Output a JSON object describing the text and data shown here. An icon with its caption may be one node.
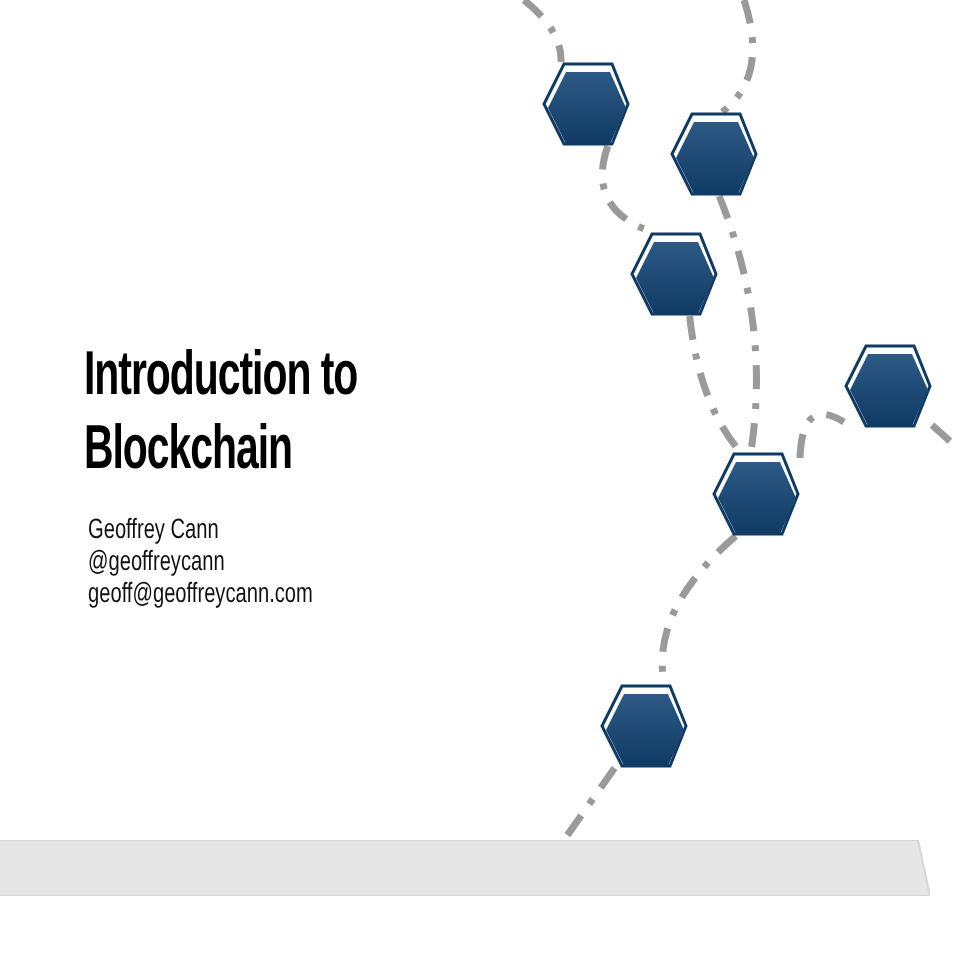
{
  "diagram": {
    "title": "Introduction to Blockchain",
    "nodes": [
      {
        "text": [],
        "shape": "hexagon"
      },
      {
        "text": [],
        "shape": "hexagon"
      },
      {
        "text": [],
        "shape": "hexagon"
      },
      {
        "text": [],
        "shape": "hexagon"
      },
      {
        "text": [],
        "shape": "hexagon"
      },
      {
        "text": [],
        "shape": "hexagon"
      },
      {
        "text": [],
        "shape": "bar"
      }
    ],
    "edges": [
      {
        "from": null,
        "to": 0,
        "arrow": "none",
        "style": "dashed"
      },
      {
        "from": null,
        "to": 1,
        "arrow": "none",
        "style": "dashed"
      },
      {
        "from": 0,
        "to": 2,
        "arrow": "none",
        "style": "dashed"
      },
      {
        "from": 1,
        "to": 4,
        "arrow": "none",
        "style": "dashed"
      },
      {
        "from": 2,
        "to": 4,
        "arrow": "none",
        "style": "dashed"
      },
      {
        "from": 4,
        "to": 3,
        "arrow": "none",
        "style": "dashed"
      },
      {
        "from": 3,
        "to": null,
        "arrow": "none",
        "style": "dashed"
      },
      {
        "from": 4,
        "to": 5,
        "arrow": "none",
        "style": "dashed"
      },
      {
        "from": 5,
        "to": 6,
        "arrow": "none",
        "style": "dashed"
      }
    ],
    "labels": [
      "Geoffrey Cann",
      "@geoffreycann",
      "geoff@geoffreycann.com"
    ]
  }
}
